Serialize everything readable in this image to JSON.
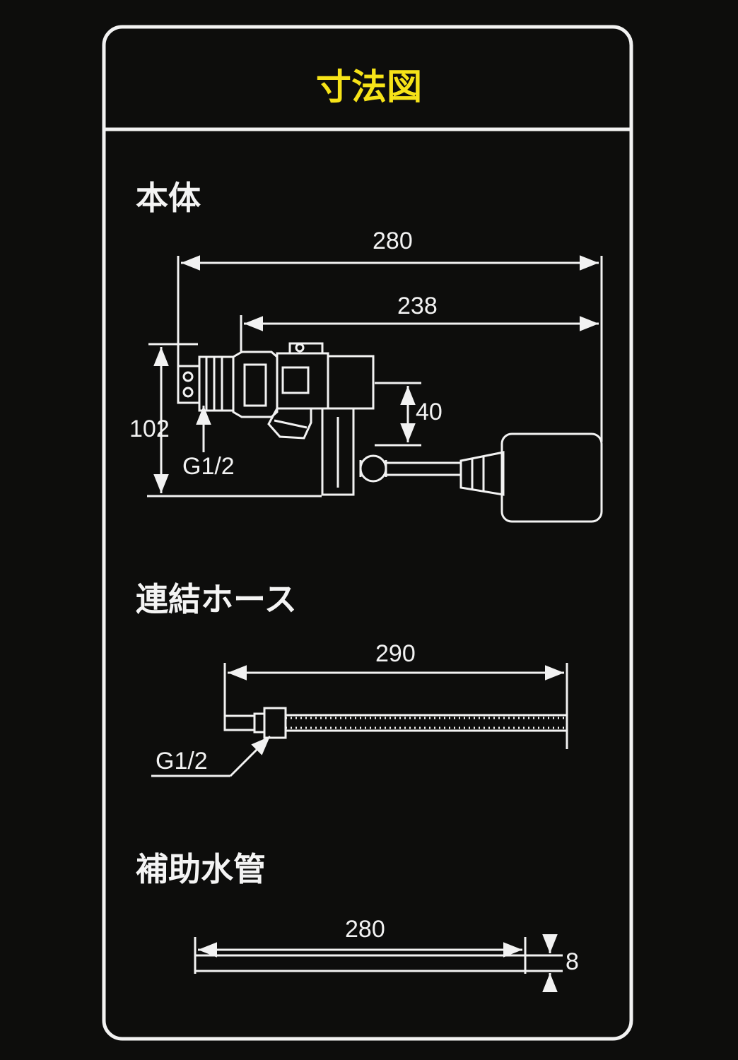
{
  "title": "寸法図",
  "sections": {
    "body": {
      "heading": "本体",
      "dims": {
        "overall_length": "280",
        "arm_length": "238",
        "height": "102",
        "float_offset": "40",
        "thread": "G1/2"
      }
    },
    "hose": {
      "heading": "連結ホース",
      "dims": {
        "length": "290",
        "thread": "G1/2"
      }
    },
    "aux_pipe": {
      "heading": "補助水管",
      "dims": {
        "length": "280",
        "diameter": "8"
      }
    }
  },
  "colors": {
    "background": "#0d0d0c",
    "line": "#f2f2f2",
    "title": "#f6e318"
  }
}
